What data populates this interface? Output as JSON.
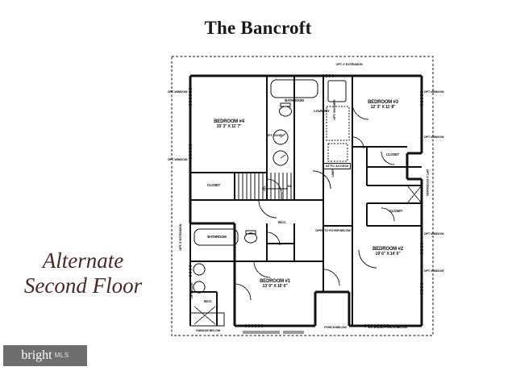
{
  "document": {
    "title": "The Bancroft",
    "subtitle_line1": "Alternate",
    "subtitle_line2": "Second Floor"
  },
  "watermark": {
    "brand": "bright",
    "suffix": "MLS",
    "dot_color": "#e8542f",
    "background_color": "#6e6e6e"
  },
  "colors": {
    "title_color": "#1a1a1a",
    "subtitle_color": "#4a2626",
    "line_color": "#111111",
    "paper": "#ffffff"
  },
  "floorplan": {
    "type": "second-floor",
    "rooms": [
      {
        "name": "BEDROOM #4",
        "dimensions": "15' 3\" X 11' 7\""
      },
      {
        "name": "BEDROOM #3",
        "dimensions": "12' 3\" X 11' 8\""
      },
      {
        "name": "BEDROOM #2",
        "dimensions": "19' 6\" X 14' 6\""
      },
      {
        "name": "BEDROOM #1",
        "dimensions": "13' 9\" X 16' 6\""
      }
    ],
    "spaces": [
      "BATHROOM",
      "LAUNDRY",
      "BATHROOM",
      "CLOSET",
      "CLOSET",
      "CLOSET",
      "W.I.C.",
      "W.I.C."
    ],
    "annotations": {
      "top_extension": "OPT. 2' EXTENSION",
      "right_extension": "OPT. 2' EXTENSION",
      "left_extension": "OPT. 2' EXTENSION",
      "opt_window": "OPT. WINDOW",
      "opt_door": "OPT. DOOR",
      "opt_shower": "OPT. SHOWER",
      "attic_access": "ATTIC ACCESS",
      "open_to_foyer": "OPEN TO FOYER BELOW",
      "garage_below": "GARAGE BELOW",
      "porch_below": "PORCH BELOW",
      "extended_porch_below": "EXTENDED PORCH BELOW",
      "stair_direction": "DN",
      "linen": "LINEN",
      "wh": "W/H"
    }
  }
}
